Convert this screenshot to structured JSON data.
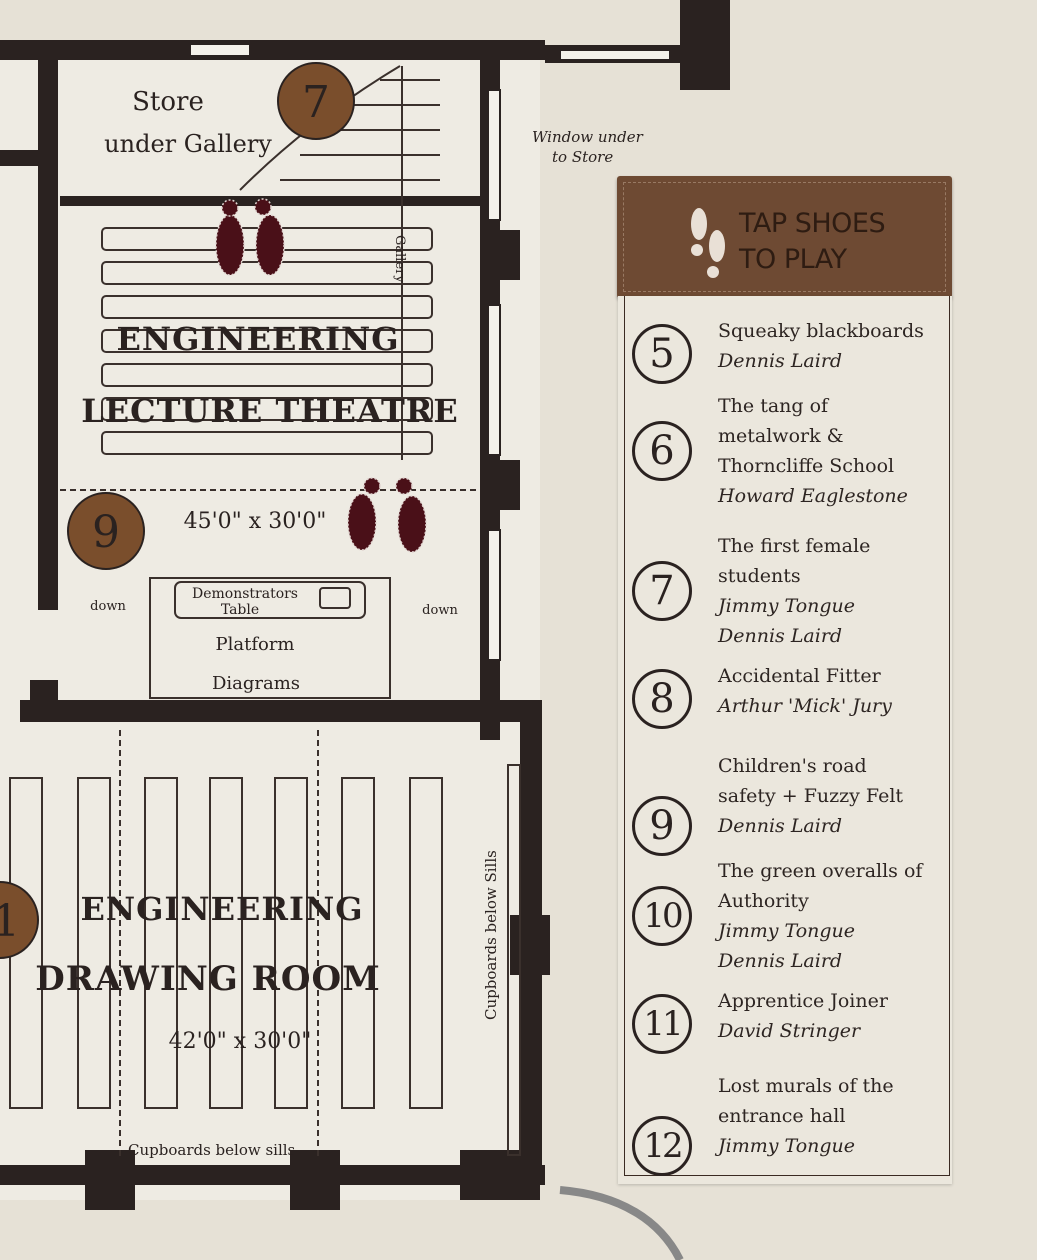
{
  "plan": {
    "store_label_1": "Store",
    "store_label_2": "under Gallery",
    "window_note_1": "Window under",
    "window_note_2": "to Store",
    "gallery_label": "Gallery",
    "lecture_title_1": "ENGINEERING",
    "lecture_title_2": "LECTURE THEATRE",
    "lecture_dims": "45'0\" x 30'0\"",
    "demo_table_1": "Demonstrators",
    "demo_table_2": "Table",
    "platform": "Platform",
    "diagrams": "Diagrams",
    "down_left": "down",
    "down_right": "down",
    "drawing_title_1": "ENGINEERING",
    "drawing_title_2": "DRAWING ROOM",
    "drawing_dims": "42'0\" x 30'0\"",
    "cupboards_vertical": "Cupboards below Sills",
    "cupboards_bottom": "Cupboards below sills",
    "badges": [
      "7",
      "9",
      "1"
    ]
  },
  "legend": {
    "header": "TAP SHOES TO PLAY",
    "header_line1": "TAP SHOES",
    "header_line2": "TO PLAY",
    "items": [
      {
        "number": "5",
        "title_lines": [
          "Squeaky blackboards"
        ],
        "names": [
          "Dennis Laird"
        ]
      },
      {
        "number": "6",
        "title_lines": [
          "The tang of",
          "metalwork &",
          "Thorncliffe School"
        ],
        "names": [
          "Howard Eaglestone"
        ]
      },
      {
        "number": "7",
        "title_lines": [
          "The first female",
          "students"
        ],
        "names": [
          "Jimmy Tongue",
          "Dennis Laird"
        ]
      },
      {
        "number": "8",
        "title_lines": [
          "Accidental Fitter"
        ],
        "names": [
          "Arthur 'Mick' Jury"
        ]
      },
      {
        "number": "9",
        "title_lines": [
          "Children's road",
          "safety + Fuzzy Felt"
        ],
        "names": [
          "Dennis Laird"
        ]
      },
      {
        "number": "10",
        "title_lines": [
          "The green overalls of",
          "Authority"
        ],
        "names": [
          "Jimmy Tongue",
          "Dennis Laird"
        ]
      },
      {
        "number": "11",
        "title_lines": [
          "Apprentice Joiner"
        ],
        "names": [
          "David Stringer"
        ]
      },
      {
        "number": "12",
        "title_lines": [
          "Lost murals of the",
          "entrance hall"
        ],
        "names": [
          "Jimmy Tongue"
        ]
      }
    ]
  },
  "colors": {
    "wall": "#2a2220",
    "badge": "#7a4e2c",
    "shoe": "#4a1018",
    "leather": "#6e4a33",
    "fabric": "#ebe7dd"
  }
}
